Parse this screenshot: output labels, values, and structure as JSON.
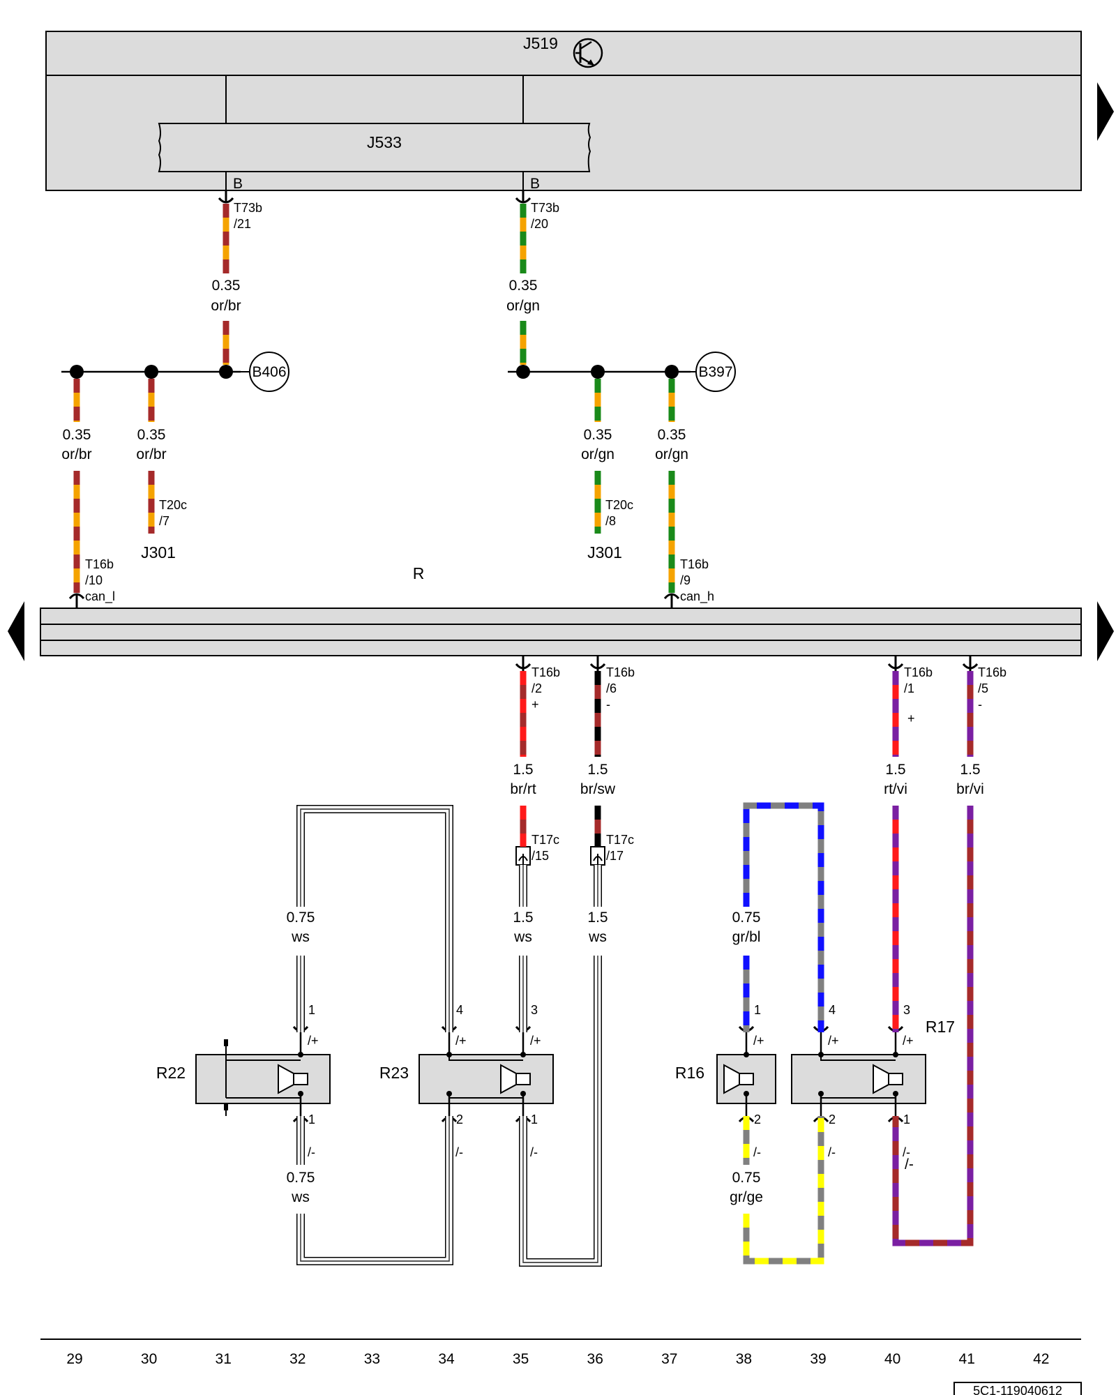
{
  "modules": {
    "gateway_parent": "J519",
    "gateway": "J533",
    "body_cm_id": "J301",
    "harness_label": "R"
  },
  "connectors": {
    "b_left": "B",
    "b_right": "B",
    "t73b": "T73b",
    "pin_21": "/21",
    "pin_20": "/20",
    "t20c": "T20c",
    "pin_7": "/7",
    "pin_8": "/8",
    "t16b": "T16b",
    "pin_10": "/10",
    "pin_9": "/9",
    "can_l": "can_l",
    "can_h": "can_h",
    "pin_2": "/2",
    "pin_6": "/6",
    "pin_1": "/1",
    "pin_5": "/5",
    "plus": "+",
    "minus": "-",
    "t17c": "T17c",
    "pin_15": "/15",
    "pin_17": "/17"
  },
  "splices": {
    "left": "B406",
    "right": "B397"
  },
  "wires": {
    "w_orbr_top": {
      "size": "0.35",
      "color": "or/br"
    },
    "w_organ_top": {
      "size": "0.35",
      "color": "or/gn"
    },
    "w_orbr_a": {
      "size": "0.35",
      "color": "or/br"
    },
    "w_orbr_b": {
      "size": "0.35",
      "color": "or/br"
    },
    "w_organ_a": {
      "size": "0.35",
      "color": "or/gn"
    },
    "w_organ_b": {
      "size": "0.35",
      "color": "or/gn"
    },
    "w_brrt": {
      "size": "1.5",
      "color": "br/rt"
    },
    "w_brsw": {
      "size": "1.5",
      "color": "br/sw"
    },
    "w_rtvi": {
      "size": "1.5",
      "color": "rt/vi"
    },
    "w_brvi": {
      "size": "1.5",
      "color": "br/vi"
    },
    "w_ws_r22_top": {
      "size": "0.75",
      "color": "ws"
    },
    "w_ws_35": {
      "size": "1.5",
      "color": "ws"
    },
    "w_ws_36": {
      "size": "1.5",
      "color": "ws"
    },
    "w_ws_r22_bot": {
      "size": "0.75",
      "color": "ws"
    },
    "w_grbl": {
      "size": "0.75",
      "color": "gr/bl"
    },
    "w_grge": {
      "size": "0.75",
      "color": "gr/ge"
    }
  },
  "speakers": {
    "r22": {
      "label": "R22",
      "pin_top": "1",
      "pin_bot": "1",
      "pol_top": "/+",
      "pol_bot": "/-"
    },
    "r23": {
      "label": "R23",
      "pin_top_a": "4",
      "pin_top_b": "3",
      "pin_bot_a": "2",
      "pin_bot_b": "1",
      "pol_top": "/+",
      "pol_bot": "/-"
    },
    "r16": {
      "label": "R16",
      "pin_top": "1",
      "pin_bot": "2",
      "pol_top": "/+",
      "pol_bot": "/-"
    },
    "r17": {
      "label": "R17",
      "pin_top_a": "4",
      "pin_top_b": "3",
      "pin_bot_a": "2",
      "pin_bot_b": "1",
      "pol_top": "/+",
      "pol_bot": "/-"
    }
  },
  "r17_minus": "/-",
  "grid_numbers": [
    "29",
    "30",
    "31",
    "32",
    "33",
    "34",
    "35",
    "36",
    "37",
    "38",
    "39",
    "40",
    "41",
    "42"
  ],
  "doc_id": "5C1-119040612",
  "colors": {
    "or": "#f5a300",
    "br": "#a52a2a",
    "gn": "#1a8a1a",
    "rt": "#ff1a1a",
    "sw": "#000000",
    "vi": "#7a1fa2",
    "gr": "#808080",
    "bl": "#1010ff",
    "ge": "#ffff00",
    "ws": "#ffffff",
    "module_fill": "#dcdcdc"
  }
}
